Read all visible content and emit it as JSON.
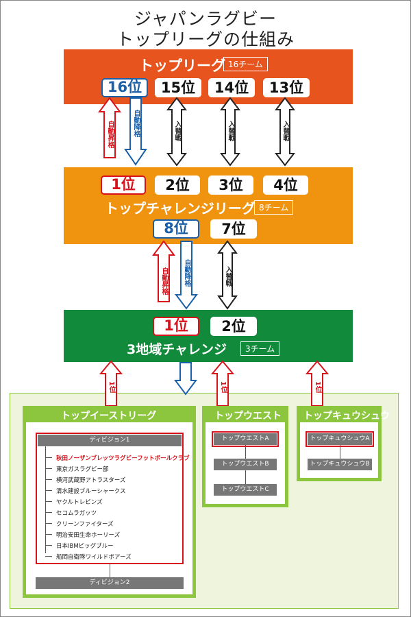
{
  "title": {
    "line1": "ジャパンラグビー",
    "line2": "トップリーグの仕組み"
  },
  "top_league": {
    "name": "トップリーグ",
    "teams": "16チーム",
    "ranks": [
      "16位",
      "15位",
      "14位",
      "13位"
    ]
  },
  "top_challenge": {
    "name": "トップチャレンジリーグ",
    "teams": "8チーム",
    "ranks_top": [
      "1位",
      "2位",
      "3位",
      "4位"
    ],
    "ranks_bottom": [
      "8位",
      "7位"
    ]
  },
  "regional_challenge": {
    "name": "3地域チャレンジ",
    "teams": "3チーム",
    "ranks": [
      "1位",
      "2位"
    ]
  },
  "labels": {
    "auto_promotion": "自動昇格",
    "auto_relegation": "自動降格",
    "playoff": "入替戦",
    "first_place": "1位"
  },
  "east": {
    "name": "トップイーストリーグ",
    "division1": "ディビジョン1",
    "division2": "ディビジョン2",
    "teams": [
      "秋田ノーザンブレッツラグビーフットボールクラブ",
      "東京ガスラグビー部",
      "横河武蔵野アトラスターズ",
      "清水建設ブルーシャークス",
      "ヤクルトレビンズ",
      "セコムラガッツ",
      "クリーンファイターズ",
      "明治安田生命ホーリーズ",
      "日本IBMビッグブルー",
      "船岡自衛隊ワイルドボアーズ"
    ]
  },
  "west": {
    "name": "トップウエスト",
    "items": [
      "トップウエストA",
      "トップウエストB",
      "トップウエストC"
    ]
  },
  "kyushu": {
    "name": "トップキュウシュウ",
    "items": [
      "トップキュウシュウA",
      "トップキュウシュウB"
    ]
  },
  "colors": {
    "top_league": "#e8541e",
    "top_challenge": "#f0930f",
    "regional": "#118a3c",
    "regional_bg": "#eef5dc",
    "green_box": "#8cc63f",
    "red": "#d8121a",
    "blue": "#1a5fa8"
  }
}
